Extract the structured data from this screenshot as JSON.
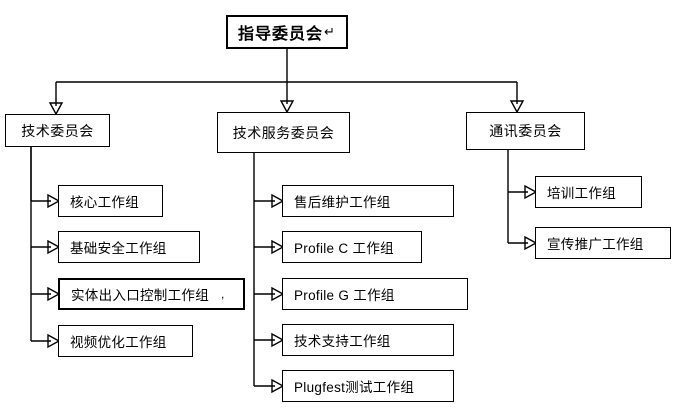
{
  "diagram": {
    "type": "organization-chart",
    "title_node": {
      "label": "指导委员会",
      "mark": "↵"
    },
    "committees": [
      {
        "id": "tech",
        "label": "技术委员会",
        "groups": [
          {
            "label": "核心工作组"
          },
          {
            "label": "基础安全工作组"
          },
          {
            "label": "实体出入口控制工作组",
            "mark": ","
          },
          {
            "label": "视频优化工作组"
          }
        ]
      },
      {
        "id": "tech-service",
        "label": "技术服务委员会",
        "groups": [
          {
            "label": "售后维护工作组"
          },
          {
            "label": "Profile C 工作组"
          },
          {
            "label": "Profile G 工作组"
          },
          {
            "label": "技术支持工作组"
          },
          {
            "label": "Plugfest测试工作组"
          }
        ]
      },
      {
        "id": "communication",
        "label": "通讯委员会",
        "groups": [
          {
            "label": "培训工作组"
          },
          {
            "label": "宣传推广工作组"
          }
        ]
      }
    ],
    "colors": {
      "background": "#ffffff",
      "stroke": "#000000",
      "text": "#000000"
    }
  }
}
